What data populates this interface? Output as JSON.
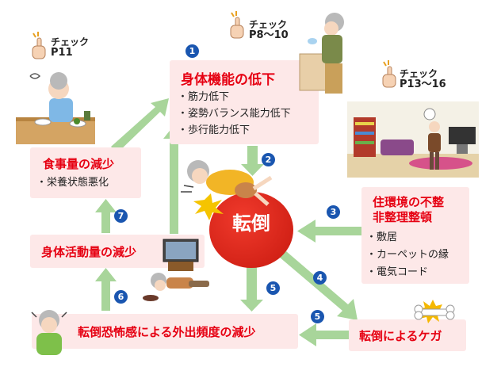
{
  "center": {
    "label": "転倒"
  },
  "boxes": {
    "physical": {
      "title": "身体機能の低下",
      "items": [
        "筋力低下",
        "姿勢バランス能力低下",
        "歩行能力低下"
      ]
    },
    "meal": {
      "title": "食事量の減少",
      "items": [
        "栄養状態悪化"
      ]
    },
    "activity": {
      "title": "身体活動量の減少"
    },
    "environment": {
      "title_line1": "住環境の不整",
      "title_line2": "非整理整頓",
      "items": [
        "敷居",
        "カーペットの縁",
        "電気コード"
      ]
    },
    "injury": {
      "title": "転倒によるケガ"
    },
    "fear": {
      "title": "転倒恐怖感による外出頻度の減少"
    }
  },
  "checks": {
    "p11": {
      "word": "チェック",
      "page": "P11"
    },
    "p8_10": {
      "word": "チェック",
      "page": "P8〜10"
    },
    "p13_16": {
      "word": "チェック",
      "page": "P13〜16"
    }
  },
  "steps": [
    "1",
    "2",
    "3",
    "4",
    "5",
    "5",
    "6",
    "7"
  ],
  "colors": {
    "arrow": "#a8d59a",
    "accent": "#e60012",
    "box_bg": "#fde8e8",
    "number_bg": "#1a56b0"
  }
}
